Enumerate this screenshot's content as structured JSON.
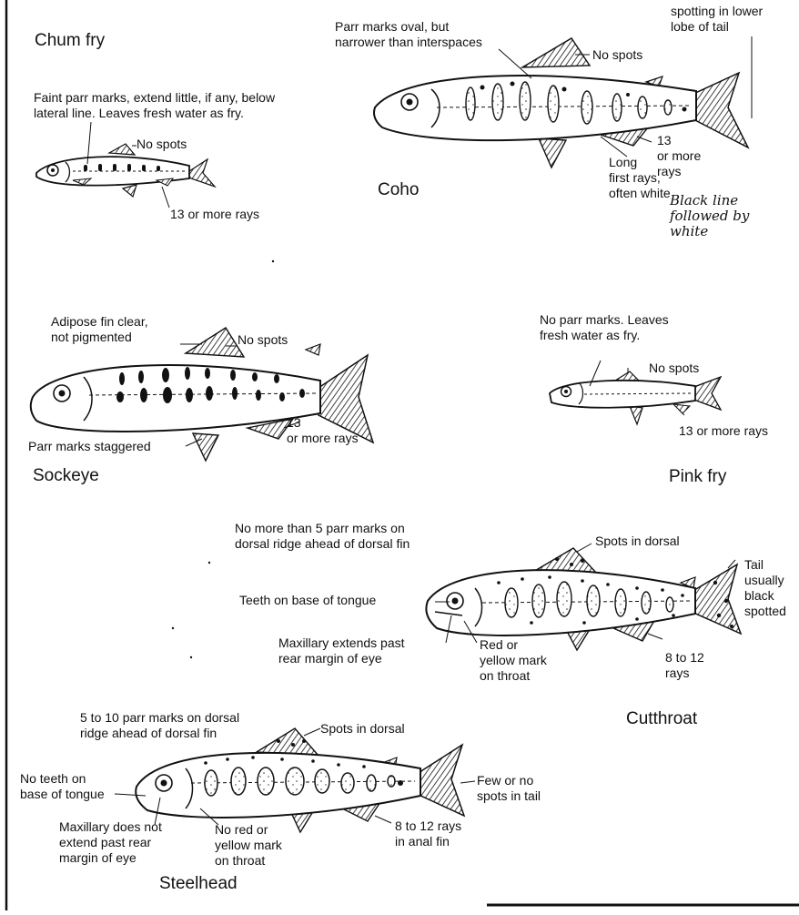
{
  "figures": {
    "chum": {
      "title": "Chum fry",
      "parr_note": "Faint parr marks, extend little, if any, below\nlateral line. Leaves fresh water as fry.",
      "dorsal": "No spots",
      "anal": "13 or more rays"
    },
    "coho": {
      "title": "Coho",
      "parr_note": "Parr marks oval, but\nnarrower than interspaces",
      "dorsal": "No spots",
      "tail": "spotting in lower\nlobe of tail",
      "anal": "13\nor more\nrays",
      "pelvic": "Long\nfirst rays,\noften white",
      "handwritten": "Black line\nfollowed by\nwhite"
    },
    "sockeye": {
      "title": "Sockeye",
      "adipose": "Adipose fin clear,\nnot pigmented",
      "dorsal": "No spots",
      "parr": "Parr marks staggered",
      "anal": "13\nor more rays"
    },
    "pink": {
      "title": "Pink fry",
      "parr_note": "No parr marks. Leaves\nfresh water as fry.",
      "dorsal": "No spots",
      "anal": "13 or more rays"
    },
    "cutthroat": {
      "title": "Cutthroat",
      "parr_note": "No more than 5 parr marks on\ndorsal ridge ahead of dorsal fin",
      "dorsal": "Spots in dorsal",
      "tail": "Tail\nusually\nblack\nspotted",
      "teeth": "Teeth on base of tongue",
      "maxillary": "Maxillary extends past\nrear margin of eye",
      "throat": "Red or\nyellow mark\non throat",
      "anal": "8 to 12\nrays"
    },
    "steelhead": {
      "title": "Steelhead",
      "parr_note": "5 to 10 parr marks on dorsal\nridge ahead of dorsal fin",
      "dorsal": "Spots in dorsal",
      "teeth": "No teeth on\nbase of tongue",
      "tail": "Few or no\nspots in tail",
      "maxillary": "Maxillary does not\nextend past rear\nmargin of eye",
      "throat": "No red or\nyellow mark\non throat",
      "anal": "8 to 12 rays\nin anal fin"
    }
  }
}
